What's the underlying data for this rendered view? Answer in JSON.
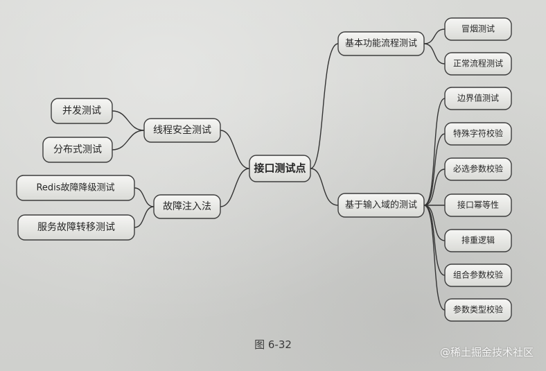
{
  "diagram": {
    "root": "接口测试点",
    "right_branches": [
      {
        "label": "基本功能流程测试",
        "children": [
          "冒烟测试",
          "正常流程测试"
        ]
      },
      {
        "label": "基于输入域的测试",
        "children": [
          "边界值测试",
          "特殊字符校验",
          "必选参数校验",
          "接口幂等性",
          "排重逻辑",
          "组合参数校验",
          "参数类型校验"
        ]
      }
    ],
    "left_branches": [
      {
        "label": "线程安全测试",
        "children": [
          "并发测试",
          "分布式测试"
        ]
      },
      {
        "label": "故障注入法",
        "children": [
          "Redis故障降级测试",
          "服务故障转移测试"
        ]
      }
    ]
  },
  "caption": "图 6-32",
  "watermark": "@稀土掘金技术社区"
}
